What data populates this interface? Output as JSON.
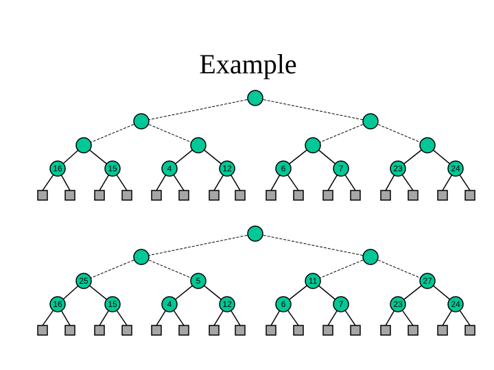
{
  "title": "Example",
  "colors": {
    "node_fill": "#00c896",
    "leaf_fill": "#a6a6a6",
    "edge": "#000000",
    "background": "#ffffff"
  },
  "trees": [
    {
      "name": "top-tree",
      "level2_labels": [
        "",
        "",
        "",
        ""
      ],
      "level3_labels": [
        "16",
        "15",
        "4",
        "12",
        "6",
        "7",
        "23",
        "24"
      ],
      "leaves_per_parent": 2
    },
    {
      "name": "bottom-tree",
      "level2_labels": [
        "25",
        "5",
        "11",
        "27"
      ],
      "level3_labels": [
        "16",
        "15",
        "4",
        "12",
        "6",
        "7",
        "23",
        "24"
      ],
      "leaves_per_parent": 2
    }
  ]
}
